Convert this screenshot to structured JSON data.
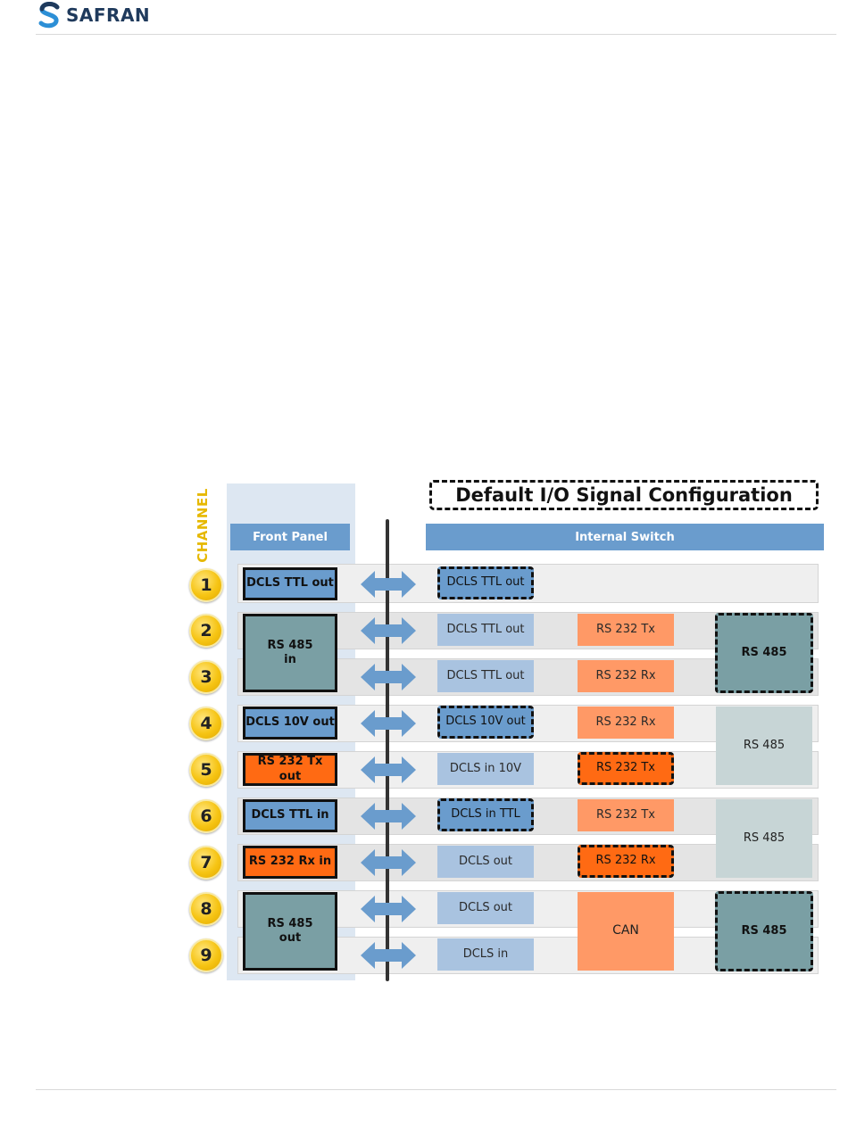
{
  "header": {
    "logo_text": "SAFRAN",
    "logo_icon": "safran-s-logo-icon"
  },
  "diagram": {
    "title": "Default I/O Signal Configuration",
    "channel_label": "CHANNEL",
    "front_panel_header": "Front Panel",
    "internal_switch_header": "Internal Switch",
    "channels": [
      "1",
      "2",
      "3",
      "4",
      "5",
      "6",
      "7",
      "8",
      "9"
    ],
    "front_panel": {
      "ch1": "DCLS TTL out",
      "ch23_line1": "RS 485",
      "ch23_line2": "in",
      "ch4": "DCLS 10V out",
      "ch5": "RS 232 Tx out",
      "ch6": "DCLS TTL in",
      "ch7": "RS 232 Rx in",
      "ch89_line1": "RS 485",
      "ch89_line2": "out"
    },
    "internal": {
      "ch1_dcls": "DCLS TTL out",
      "ch2_dcls": "DCLS TTL out",
      "ch2_rs232": "RS 232 Tx",
      "ch3_dcls": "DCLS TTL out",
      "ch3_rs232": "RS 232 Rx",
      "ch23_rs485": "RS 485",
      "ch4_dcls": "DCLS 10V out",
      "ch4_rs232": "RS 232 Rx",
      "ch5_dcls": "DCLS in 10V",
      "ch5_rs232": "RS 232 Tx",
      "ch45_rs485": "RS 485",
      "ch6_dcls": "DCLS in TTL",
      "ch6_rs232": "RS 232 Tx",
      "ch7_dcls": "DCLS out",
      "ch7_rs232": "RS 232 Rx",
      "ch67_rs485": "RS 485",
      "ch8_dcls": "DCLS out",
      "ch9_dcls": "DCLS in",
      "ch89_can": "CAN",
      "ch89_rs485": "RS 485"
    },
    "colors": {
      "signal_blue": "#6a9ccd",
      "signal_orange": "#ff6a13",
      "rs485_grey": "#7a9fa4",
      "channel_badge_yellow": "#f6c413",
      "arrow_blue": "#6a9ccd"
    }
  }
}
